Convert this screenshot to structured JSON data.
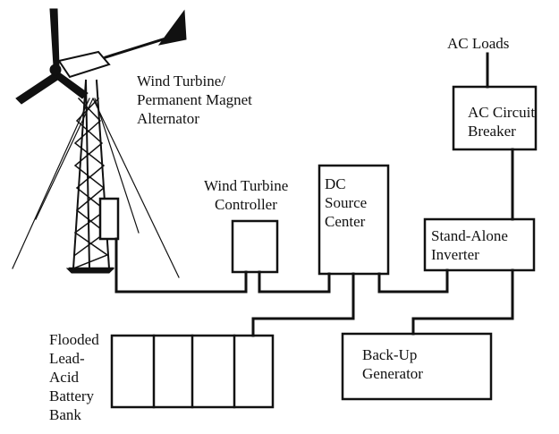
{
  "colors": {
    "ink": "#111111",
    "background": "#ffffff"
  },
  "labels": {
    "wind_turbine": [
      "Wind Turbine/",
      "Permanent Magnet",
      "Alternator"
    ],
    "controller": [
      "Wind Turbine",
      "Controller"
    ],
    "dc_source": [
      "DC",
      "Source",
      "Center"
    ],
    "ac_loads": "AC Loads",
    "ac_breaker": [
      "AC Circuit",
      "Breaker"
    ],
    "inverter": [
      "Stand-Alone",
      "Inverter"
    ],
    "generator": [
      "Back-Up",
      "Generator"
    ],
    "battery": [
      "Flooded",
      "Lead-",
      "Acid",
      "Battery",
      "Bank"
    ]
  }
}
